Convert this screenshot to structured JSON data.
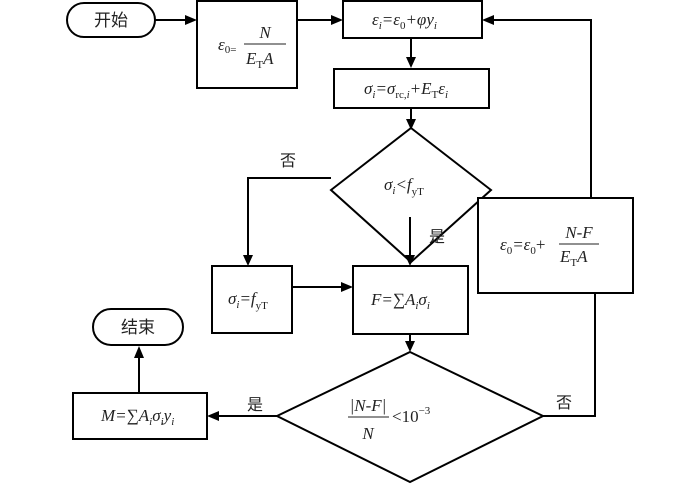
{
  "diagram": {
    "start": {
      "label": "开始"
    },
    "end": {
      "label": "结束"
    },
    "init_strain": {
      "lhs": "ε",
      "lhs_sub": "0=",
      "num": "N",
      "den_main": "E",
      "den_sub": "T",
      "den_tail": "A"
    },
    "strain_step": {
      "text": "ε",
      "sub_i": "i",
      "eq": "=ε",
      "sub0": "0",
      "plus": "+φy",
      "sub_i2": "i"
    },
    "stress_step": {
      "a": "σ",
      "sub_i": "i",
      "b": "=σ",
      "sub_rc": "rc,",
      "sub_rc_i": "i",
      "c": "+E",
      "sub_T": "T",
      "d": "ε",
      "sub_i2": "i"
    },
    "decision_yield": {
      "a": "σ",
      "sub_i": "i",
      "b": "<f",
      "sub_yT": "yT",
      "yes": "是",
      "no": "否"
    },
    "yield_assign": {
      "a": "σ",
      "sub_i": "i",
      "b": "=f",
      "sub_yT": "yT"
    },
    "force_sum": {
      "a": "F=∑A",
      "sub_i": "i",
      "b": "σ",
      "sub_i2": "i"
    },
    "strain_update": {
      "a": "ε",
      "sub0": "0",
      "b": "=ε",
      "sub0b": "0",
      "plus": "+",
      "num": "N-F",
      "den_main": "E",
      "den_sub": "T",
      "den_tail": "A"
    },
    "convergence_check": {
      "num": "|N-F|",
      "den": "N",
      "cmp": "<10",
      "exp": "−3",
      "yes": "是",
      "no": "否"
    },
    "moment_sum": {
      "a": "M=∑A",
      "sub_i": "i",
      "b": "σ",
      "sub_i2": "i",
      "c": "y",
      "sub_i3": "i"
    }
  }
}
